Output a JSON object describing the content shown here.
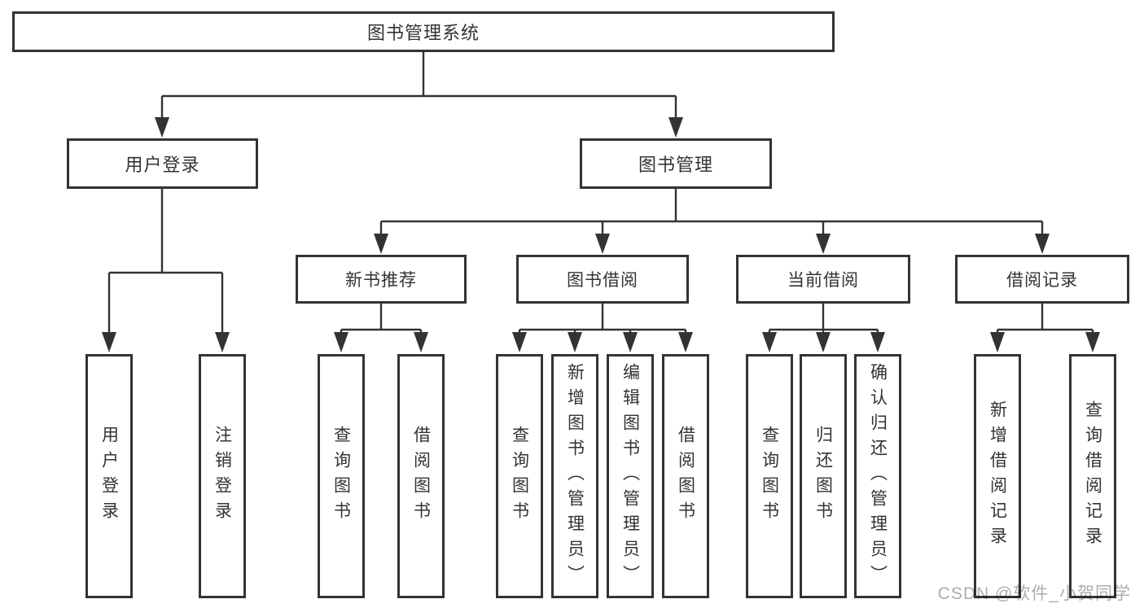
{
  "colors": {
    "line": "#333333",
    "box_border": "#333333",
    "box_background": "#ffffff",
    "text": "#333333",
    "watermark": "#a9aeb3",
    "page_background": "#ffffff"
  },
  "watermark": {
    "text": "CSDN @软件_小贺同学"
  },
  "diagram": {
    "root": {
      "label": "图书管理系统"
    },
    "branches": [
      {
        "label": "用户登录",
        "children": [
          {
            "label": "用户登录"
          },
          {
            "label": "注销登录"
          }
        ]
      },
      {
        "label": "图书管理",
        "children": [
          {
            "label": "新书推荐",
            "children": [
              {
                "label": "查询图书"
              },
              {
                "label": "借阅图书"
              }
            ]
          },
          {
            "label": "图书借阅",
            "children": [
              {
                "label": "查询图书"
              },
              {
                "label": "新增图书（管理员）"
              },
              {
                "label": "编辑图书（管理员）"
              },
              {
                "label": "借阅图书"
              }
            ]
          },
          {
            "label": "当前借阅",
            "children": [
              {
                "label": "查询图书"
              },
              {
                "label": "归还图书"
              },
              {
                "label": "确认归还（管理员）"
              }
            ]
          },
          {
            "label": "借阅记录",
            "children": [
              {
                "label": "新增借阅记录"
              },
              {
                "label": "查询借阅记录"
              }
            ]
          }
        ]
      }
    ]
  }
}
